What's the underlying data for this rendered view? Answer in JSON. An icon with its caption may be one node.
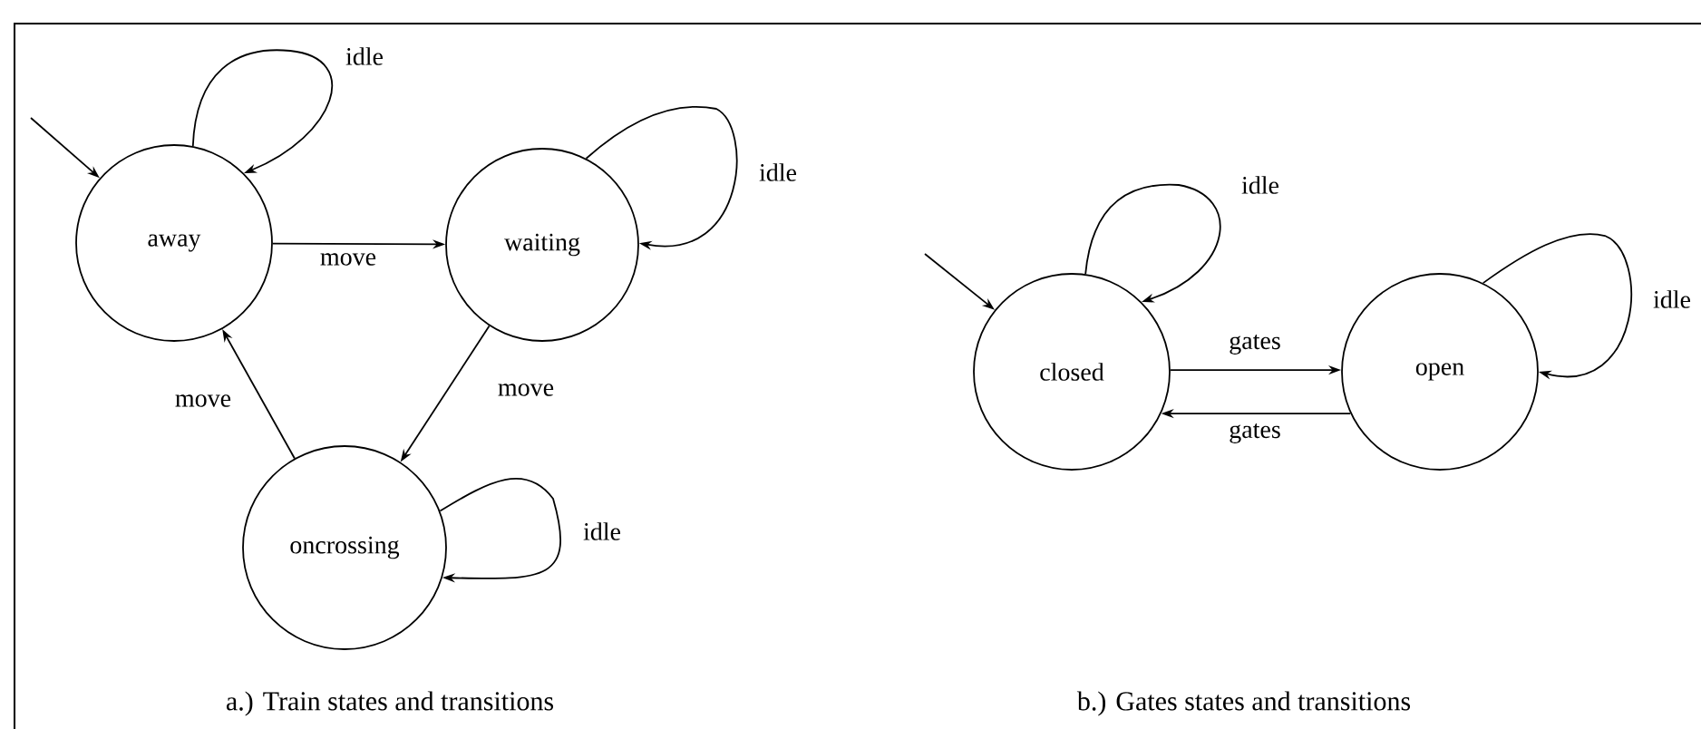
{
  "diagram": {
    "nodes": [
      {
        "text": [
          "away"
        ]
      },
      {
        "text": [
          "waiting"
        ]
      },
      {
        "text": [
          "oncrossing"
        ]
      },
      {
        "text": [
          "closed"
        ]
      },
      {
        "text": [
          "open"
        ]
      }
    ],
    "edges": [
      {
        "from": null,
        "to": 0,
        "arrow": "to"
      },
      {
        "from": 0,
        "to": 0,
        "arrow": "to",
        "label": "idle"
      },
      {
        "from": 0,
        "to": 1,
        "arrow": "to",
        "label": "move"
      },
      {
        "from": 1,
        "to": 1,
        "arrow": "to",
        "label": "idle"
      },
      {
        "from": 1,
        "to": 2,
        "arrow": "to",
        "label": "move"
      },
      {
        "from": 2,
        "to": 0,
        "arrow": "to",
        "label": "move"
      },
      {
        "from": 2,
        "to": 2,
        "arrow": "to",
        "label": "idle"
      },
      {
        "from": null,
        "to": 3,
        "arrow": "to"
      },
      {
        "from": 3,
        "to": 3,
        "arrow": "to",
        "label": "idle"
      },
      {
        "from": 3,
        "to": 4,
        "arrow": "to",
        "label": "gates"
      },
      {
        "from": 4,
        "to": 3,
        "arrow": "to",
        "label": "gates"
      },
      {
        "from": 4,
        "to": 4,
        "arrow": "to",
        "label": "idle"
      }
    ],
    "labels": [
      "a.) Train states and transitions",
      "b.) Gates states and transitions"
    ]
  }
}
